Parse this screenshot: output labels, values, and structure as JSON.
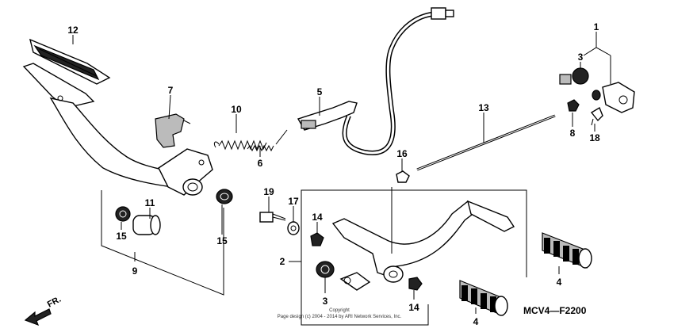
{
  "callouts": {
    "c1": "1",
    "c2": "2",
    "c3a": "3",
    "c3b": "3",
    "c4a": "4",
    "c4b": "4",
    "c5": "5",
    "c6": "6",
    "c7": "7",
    "c8": "8",
    "c9": "9",
    "c10": "10",
    "c11": "11",
    "c12": "12",
    "c13": "13",
    "c14a": "14",
    "c14b": "14",
    "c15a": "15",
    "c15b": "15",
    "c16": "16",
    "c17": "17",
    "c18": "18",
    "c19": "19"
  },
  "diagram_code": "MCV4—F2200",
  "copyright_line1": "Copyright",
  "copyright_line2": "Page design (c) 2004 - 2014 by ARI Network Services, Inc.",
  "direction_label": "FR."
}
